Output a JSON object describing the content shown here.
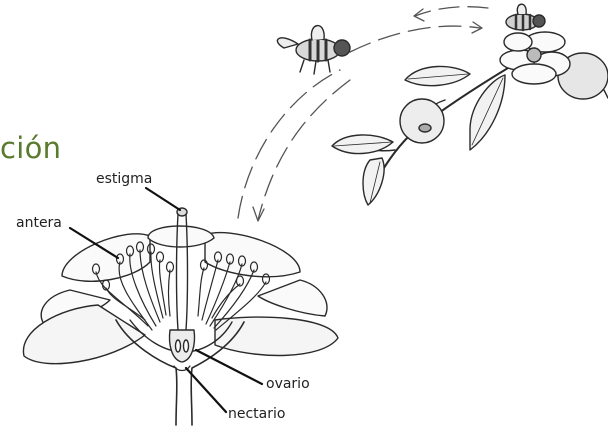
{
  "diagram": {
    "title_fragment": "ción",
    "labels": {
      "estigma": "estigma",
      "antera": "antera",
      "ovario": "ovario",
      "nectario": "nectario"
    }
  },
  "colors": {
    "title": "#5a7a2e",
    "line": "#2a2a2a"
  }
}
